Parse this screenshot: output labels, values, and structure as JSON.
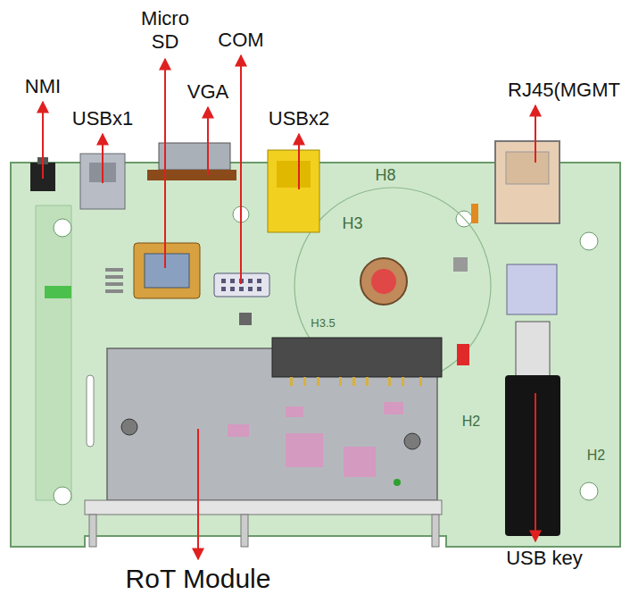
{
  "diagram": {
    "labels": [
      "NMI",
      "USBx1",
      "Micro SD",
      "VGA",
      "COM",
      "USBx2",
      "RJ45(MGMT",
      "USB key",
      "RoT Module",
      "H8",
      "H3",
      "H3.5",
      "H2",
      "H2"
    ]
  }
}
